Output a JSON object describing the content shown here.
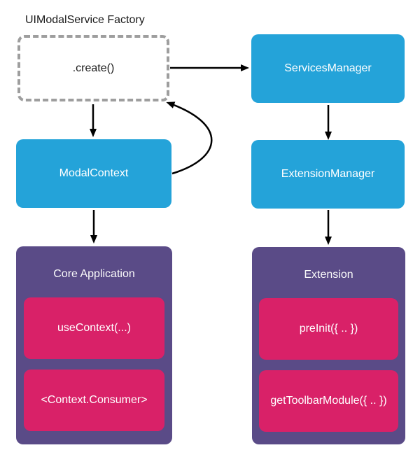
{
  "diagram": {
    "title": "UIModalService Factory",
    "nodes": {
      "create": ".create()",
      "services_manager": "ServicesManager",
      "modal_context": "ModalContext",
      "extension_manager": "ExtensionManager",
      "core_application": {
        "title": "Core Application",
        "items": [
          "useContext(...)",
          "<Context.Consumer>"
        ]
      },
      "extension": {
        "title": "Extension",
        "items": [
          "preInit({ .. })",
          "getToolbarModule({ .. })"
        ]
      }
    },
    "edges": [
      "create -> services_manager",
      "create -> modal_context",
      "modal_context -> create",
      "services_manager -> extension_manager",
      "modal_context -> core_application",
      "extension_manager -> extension"
    ]
  },
  "colors": {
    "blue": "#24A3D9",
    "purple": "#5A4B87",
    "pink": "#D92168",
    "dash_gray": "#9E9E9E",
    "arrow_black": "#000000"
  }
}
